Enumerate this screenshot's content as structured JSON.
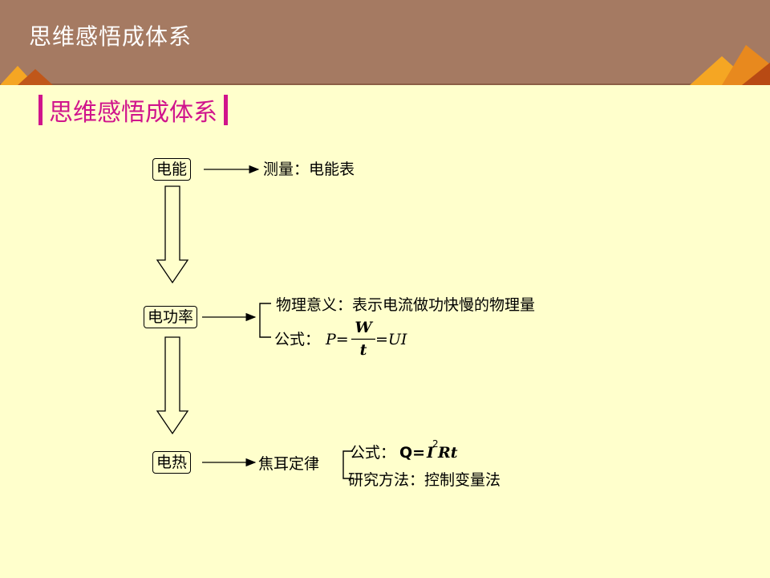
{
  "header": {
    "title": "思维感悟成体系"
  },
  "section": {
    "title": "思维感悟成体系"
  },
  "diagram": {
    "node_energy": "电能",
    "node_power": "电功率",
    "node_heat": "电热",
    "energy_measure": "测量：电能表",
    "power_meaning": "物理意义：表示电流做功快慢的物理量",
    "power_formula": {
      "label": "公式：",
      "lhs": "P=",
      "numerator": "W",
      "denominator": "t",
      "rhs": "=UI"
    },
    "joule_law": "焦耳定律",
    "heat_formula": {
      "label": "公式：",
      "q": "Q=",
      "i": "I",
      "exp": "2",
      "rt": "Rt"
    },
    "heat_method": "研究方法：控制变量法"
  },
  "colors": {
    "header_bg": "#A57A62",
    "slide_bg": "#FFFFCC",
    "accent": "#D0148C",
    "deco_orange": "#F5A623"
  }
}
